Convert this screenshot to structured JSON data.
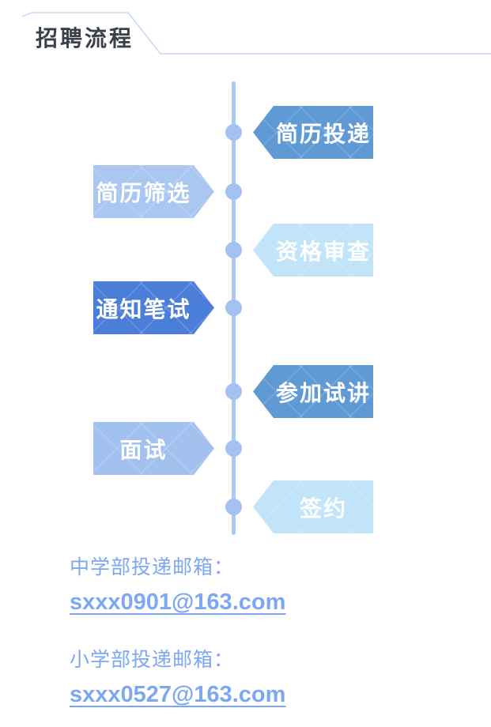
{
  "header": {
    "title": "招聘流程",
    "title_color": "#3b404b",
    "line_color": "#c6d8f6"
  },
  "timeline": {
    "line_color": "#adc9f3",
    "dot_color": "#a3c2f1"
  },
  "steps": [
    {
      "label": "简历投递",
      "side": "right",
      "color": "#5f9ad5",
      "text_color": "#ffffff"
    },
    {
      "label": "简历筛选",
      "side": "left",
      "color": "#a9c7f1",
      "text_color": "#ffffff"
    },
    {
      "label": "资格审查",
      "side": "right",
      "color": "#c2e4f8",
      "text_color": "#ffffff"
    },
    {
      "label": "通知笔试",
      "side": "left",
      "color": "#4b7ed8",
      "text_color": "#ffffff"
    },
    {
      "label": "参加试讲",
      "side": "right",
      "color": "#5f9ad5",
      "text_color": "#ffffff"
    },
    {
      "label": "面试",
      "side": "left",
      "color": "#a2c1ef",
      "text_color": "#ffffff"
    },
    {
      "label": "签约",
      "side": "right",
      "color": "#c2e4f8",
      "text_color": "#ffffff"
    }
  ],
  "contacts_color": "#7ea7f3",
  "contacts": [
    {
      "label": "中学部投递邮箱：",
      "email": "sxxx0901@163.com"
    },
    {
      "label": "小学部投递邮箱：",
      "email": "sxxx0527@163.com"
    }
  ]
}
